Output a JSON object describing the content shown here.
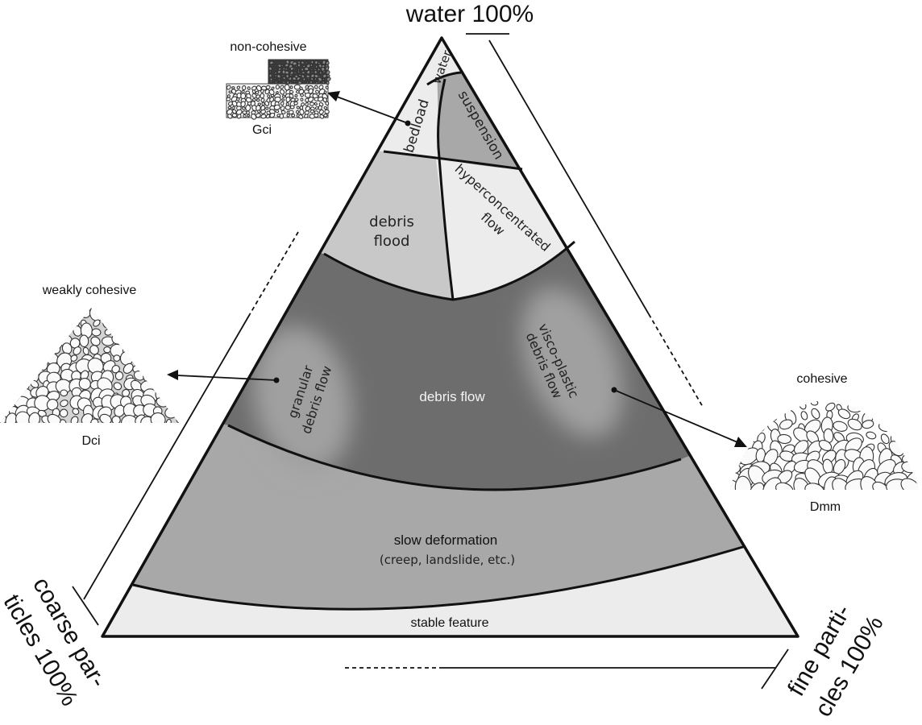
{
  "axes": {
    "top": "water 100%",
    "left_line1": "coarse par-",
    "left_line2": "ticles 100%",
    "right_line1": "fine parti-",
    "right_line2": "cles 100%"
  },
  "zones": {
    "water": "water",
    "bedload": "bedload",
    "suspension": "suspension",
    "debris_flood_line1": "debris",
    "debris_flood_line2": "flood",
    "hyper_line1": "hyperconcentrated",
    "hyper_line2": "flow",
    "debris_flow": "debris flow",
    "granular_line1": "granular",
    "granular_line2": "debris flow",
    "visco_line1": "visco-plastic",
    "visco_line2": "debris flow",
    "slow_line1": "slow deformation",
    "slow_line2": "(creep, landslide, etc.)",
    "stable": "stable feature"
  },
  "insets": {
    "noncohesive": {
      "title": "non-cohesive",
      "code": "Gci"
    },
    "weakly": {
      "title": "weakly cohesive",
      "code": "Dci"
    },
    "cohesive": {
      "title": "cohesive",
      "code": "Dmm"
    }
  },
  "colors": {
    "light": "#ececec",
    "medium_light": "#c8c8c8",
    "medium": "#a8a8a8",
    "dark": "#6d6d6d",
    "halo": "#a0a0a0"
  }
}
